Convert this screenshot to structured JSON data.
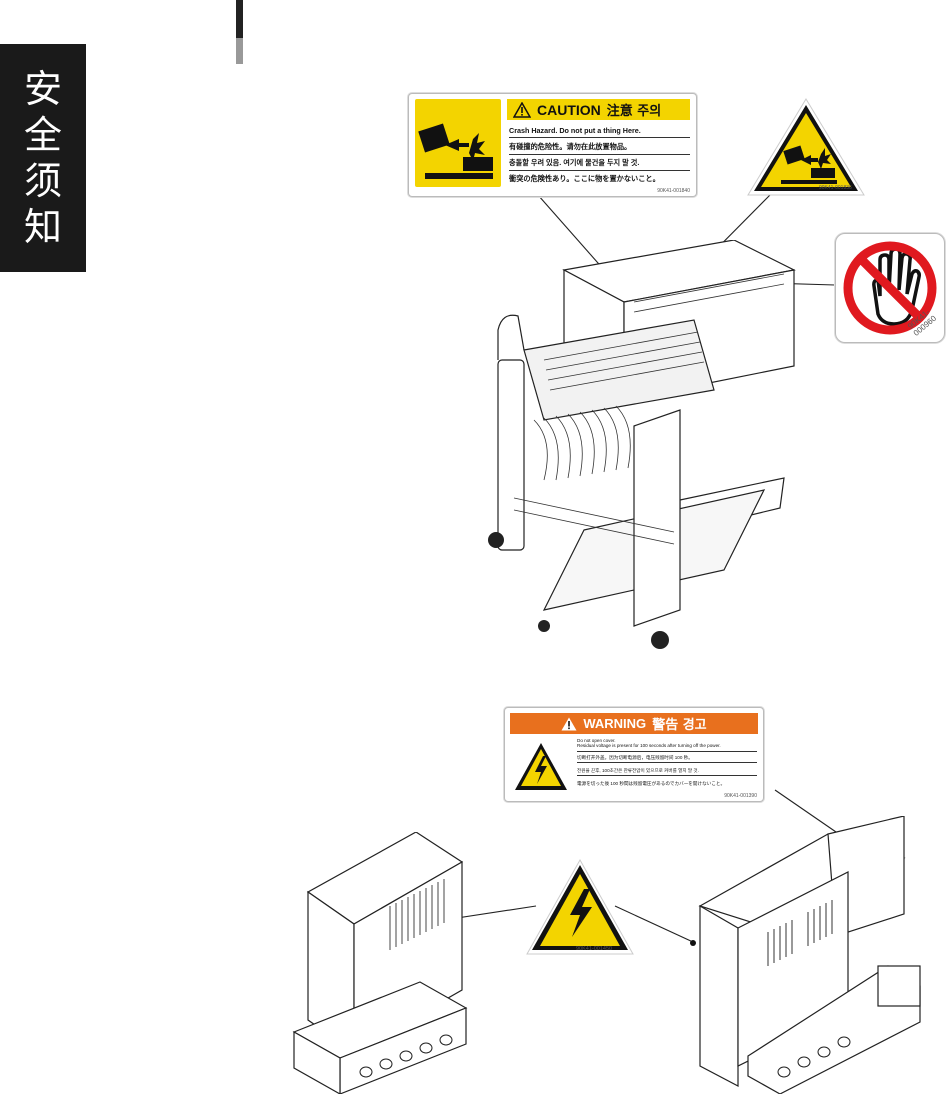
{
  "section_tab": {
    "chars": [
      "安",
      "全",
      "须",
      "知"
    ]
  },
  "caution_label": {
    "title": "CAUTION",
    "title_cjk": "注意 주의",
    "lines": [
      "Crash Hazard. Do not put a thing Here.",
      "有碰撞的危险性。请勿在此放置物品。",
      "충돌할 우려 있음. 여기에 물건을 두지 말 것.",
      "衝突の危険性あり。ここに物を置かないこと。"
    ],
    "code": "90K41-001840"
  },
  "crash_triangle_label": {
    "code": "90K41-001836"
  },
  "no_touch_label": {
    "code": "90K41-000960"
  },
  "warning_label": {
    "title": "WARNING",
    "title_cjk": "警告 경고",
    "lines": [
      "Do not open cover.",
      "Residual voltage is present  for 100 seconds after turning off the power.",
      "切断打开外盖。因为切断电源后，电压残留时间 100 秒。",
      "전원을 끈후,  100초간은 잔류전압이 있으므로 커버를 열지 말 것.",
      "電源を切った後 100 秒間は残留電圧があるのでカバーを開けないこと。"
    ],
    "code": "90K41-001390"
  },
  "shock_triangle_label": {
    "code": "90K41-001450"
  },
  "colors": {
    "caution_yellow": "#f3d400",
    "warning_orange": "#e8701e",
    "prohibition_red": "#e0191f"
  }
}
